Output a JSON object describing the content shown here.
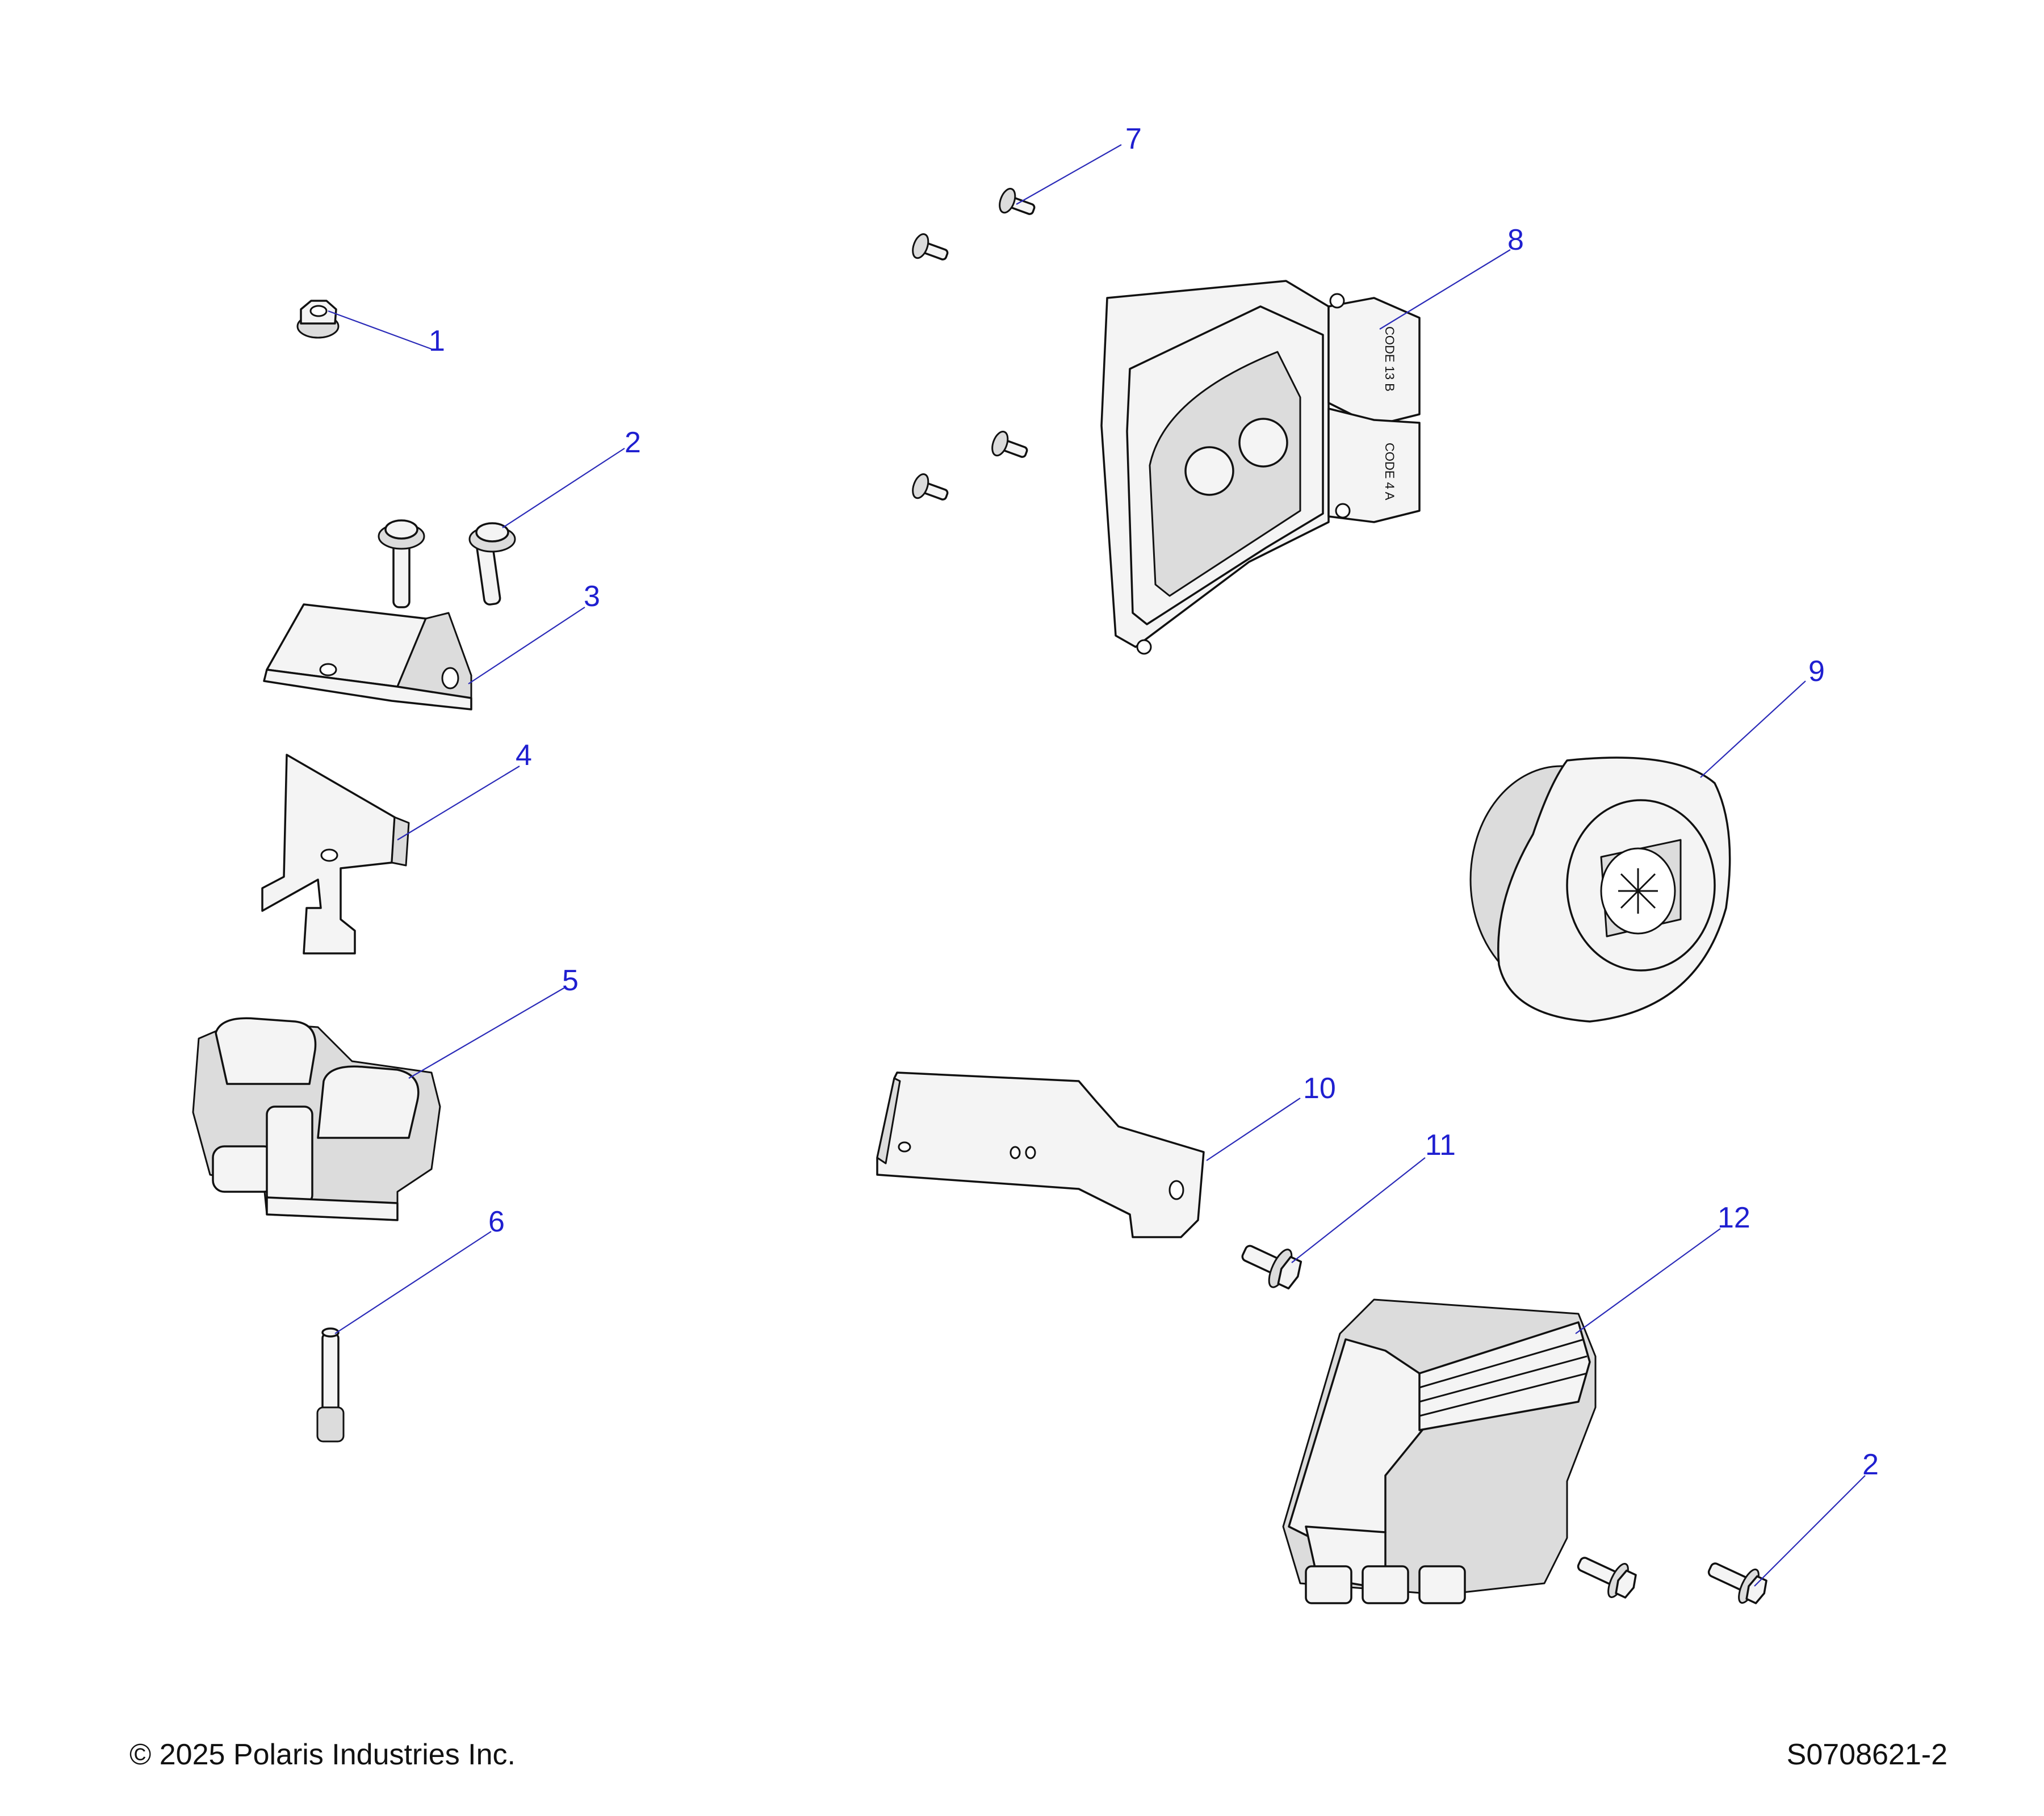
{
  "callouts": {
    "c1": "1",
    "c2a": "2",
    "c3": "3",
    "c4": "4",
    "c5": "5",
    "c6": "6",
    "c7": "7",
    "c8": "8",
    "c9": "9",
    "c10": "10",
    "c11": "11",
    "c12": "12",
    "c2b": "2"
  },
  "ecu_labels": {
    "top": "CODE 13 B",
    "bottom": "CODE 4 A"
  },
  "footer": {
    "copyright": "© 2025 Polaris Industries Inc.",
    "drawing_number": "S0708621-2"
  },
  "colors": {
    "callout": "#1f1fd0",
    "leader": "#2a2ab8",
    "part_fill": "#f4f4f4",
    "outline": "#111111"
  }
}
